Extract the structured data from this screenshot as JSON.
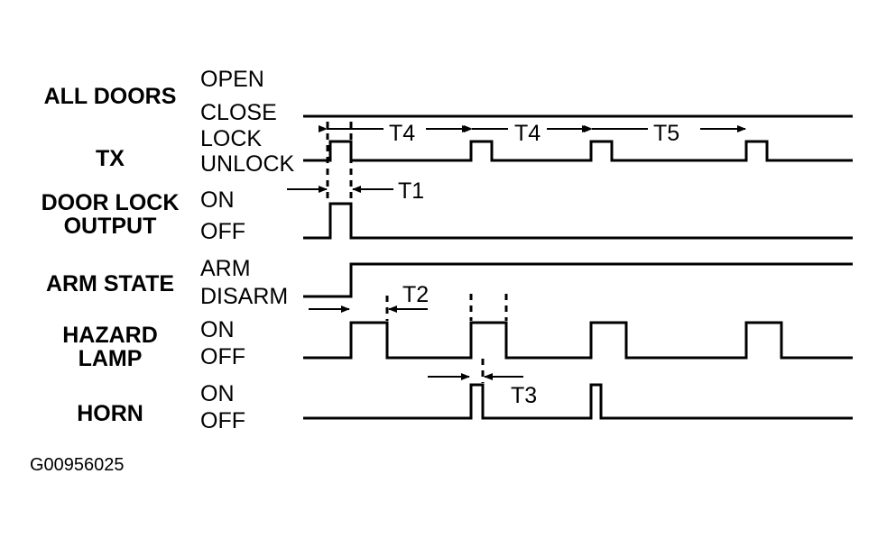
{
  "signals": [
    {
      "id": "all-doors",
      "label_lines": [
        "ALL DOORS"
      ],
      "states": [
        "OPEN",
        "CLOSE"
      ]
    },
    {
      "id": "tx",
      "label_lines": [
        "TX"
      ],
      "states": [
        "LOCK",
        "UNLOCK"
      ]
    },
    {
      "id": "door-lock-output",
      "label_lines": [
        "DOOR LOCK",
        "OUTPUT"
      ],
      "states": [
        "ON",
        "OFF"
      ]
    },
    {
      "id": "arm-state",
      "label_lines": [
        "ARM STATE"
      ],
      "states": [
        "ARM",
        "DISARM"
      ]
    },
    {
      "id": "hazard-lamp",
      "label_lines": [
        "HAZARD",
        "LAMP"
      ],
      "states": [
        "ON",
        "OFF"
      ]
    },
    {
      "id": "horn",
      "label_lines": [
        "HORN"
      ],
      "states": [
        "ON",
        "OFF"
      ]
    }
  ],
  "timings": [
    "T4",
    "T4",
    "T5",
    "T1",
    "T2",
    "T3"
  ],
  "figure_id": "G00956025"
}
